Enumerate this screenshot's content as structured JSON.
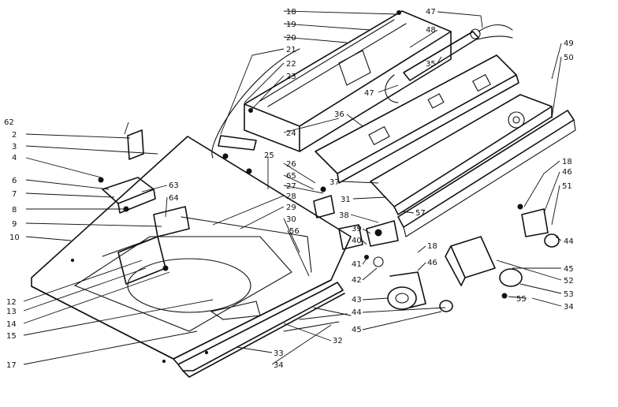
{
  "callouts": [
    "2",
    "3",
    "4",
    "6",
    "7",
    "8",
    "9",
    "10",
    "12",
    "13",
    "14",
    "15",
    "17",
    "18",
    "18",
    "19",
    "20",
    "21",
    "22",
    "23",
    "24",
    "25",
    "26",
    "27",
    "28",
    "29",
    "30",
    "31",
    "32",
    "33",
    "34",
    "34",
    "35",
    "36",
    "37",
    "38",
    "39",
    "40",
    "41",
    "42",
    "43",
    "44",
    "44",
    "45",
    "45",
    "46",
    "46",
    "47",
    "47",
    "48",
    "49",
    "50",
    "51",
    "52",
    "53",
    "55",
    "56",
    "57",
    "62",
    "63",
    "64",
    "65"
  ],
  "labels": [
    {
      "id": "62",
      "text": "62"
    },
    {
      "id": "2",
      "text": "2"
    },
    {
      "id": "3",
      "text": "3"
    },
    {
      "id": "4",
      "text": "4"
    },
    {
      "id": "6",
      "text": "6"
    },
    {
      "id": "7",
      "text": "7"
    },
    {
      "id": "8",
      "text": "8"
    },
    {
      "id": "9",
      "text": "9"
    },
    {
      "id": "10",
      "text": "10"
    },
    {
      "id": "12",
      "text": "12"
    },
    {
      "id": "13",
      "text": "13"
    },
    {
      "id": "14",
      "text": "14"
    },
    {
      "id": "15",
      "text": "15"
    },
    {
      "id": "17",
      "text": "17"
    },
    {
      "id": "63",
      "text": "63"
    },
    {
      "id": "64",
      "text": "64"
    },
    {
      "id": "18a",
      "text": "18"
    },
    {
      "id": "19",
      "text": "19"
    },
    {
      "id": "20",
      "text": "20"
    },
    {
      "id": "21",
      "text": "21"
    },
    {
      "id": "22",
      "text": "22"
    },
    {
      "id": "23",
      "text": "23"
    },
    {
      "id": "24",
      "text": "24"
    },
    {
      "id": "25",
      "text": "25"
    },
    {
      "id": "26",
      "text": "26"
    },
    {
      "id": "65",
      "text": "65"
    },
    {
      "id": "27",
      "text": "27"
    },
    {
      "id": "28",
      "text": "28"
    },
    {
      "id": "29",
      "text": "29"
    },
    {
      "id": "30",
      "text": "30"
    },
    {
      "id": "56",
      "text": "56"
    },
    {
      "id": "36",
      "text": "36"
    },
    {
      "id": "47a",
      "text": "47"
    },
    {
      "id": "47b",
      "text": "47"
    },
    {
      "id": "48",
      "text": "48"
    },
    {
      "id": "35",
      "text": "35"
    },
    {
      "id": "49",
      "text": "49"
    },
    {
      "id": "50",
      "text": "50"
    },
    {
      "id": "18b",
      "text": "18"
    },
    {
      "id": "46a",
      "text": "46"
    },
    {
      "id": "51",
      "text": "51"
    },
    {
      "id": "37",
      "text": "37"
    },
    {
      "id": "31",
      "text": "31"
    },
    {
      "id": "38",
      "text": "38"
    },
    {
      "id": "57",
      "text": "57"
    },
    {
      "id": "39",
      "text": "39"
    },
    {
      "id": "40",
      "text": "40"
    },
    {
      "id": "41",
      "text": "41"
    },
    {
      "id": "42",
      "text": "42"
    },
    {
      "id": "18c",
      "text": "18"
    },
    {
      "id": "46b",
      "text": "46"
    },
    {
      "id": "43",
      "text": "43"
    },
    {
      "id": "44a",
      "text": "44"
    },
    {
      "id": "45a",
      "text": "45"
    },
    {
      "id": "32",
      "text": "32"
    },
    {
      "id": "33",
      "text": "33"
    },
    {
      "id": "34a",
      "text": "34"
    },
    {
      "id": "44b",
      "text": "44"
    },
    {
      "id": "45b",
      "text": "45"
    },
    {
      "id": "52",
      "text": "52"
    },
    {
      "id": "53",
      "text": "53"
    },
    {
      "id": "55",
      "text": "55"
    },
    {
      "id": "34b",
      "text": "34"
    }
  ]
}
